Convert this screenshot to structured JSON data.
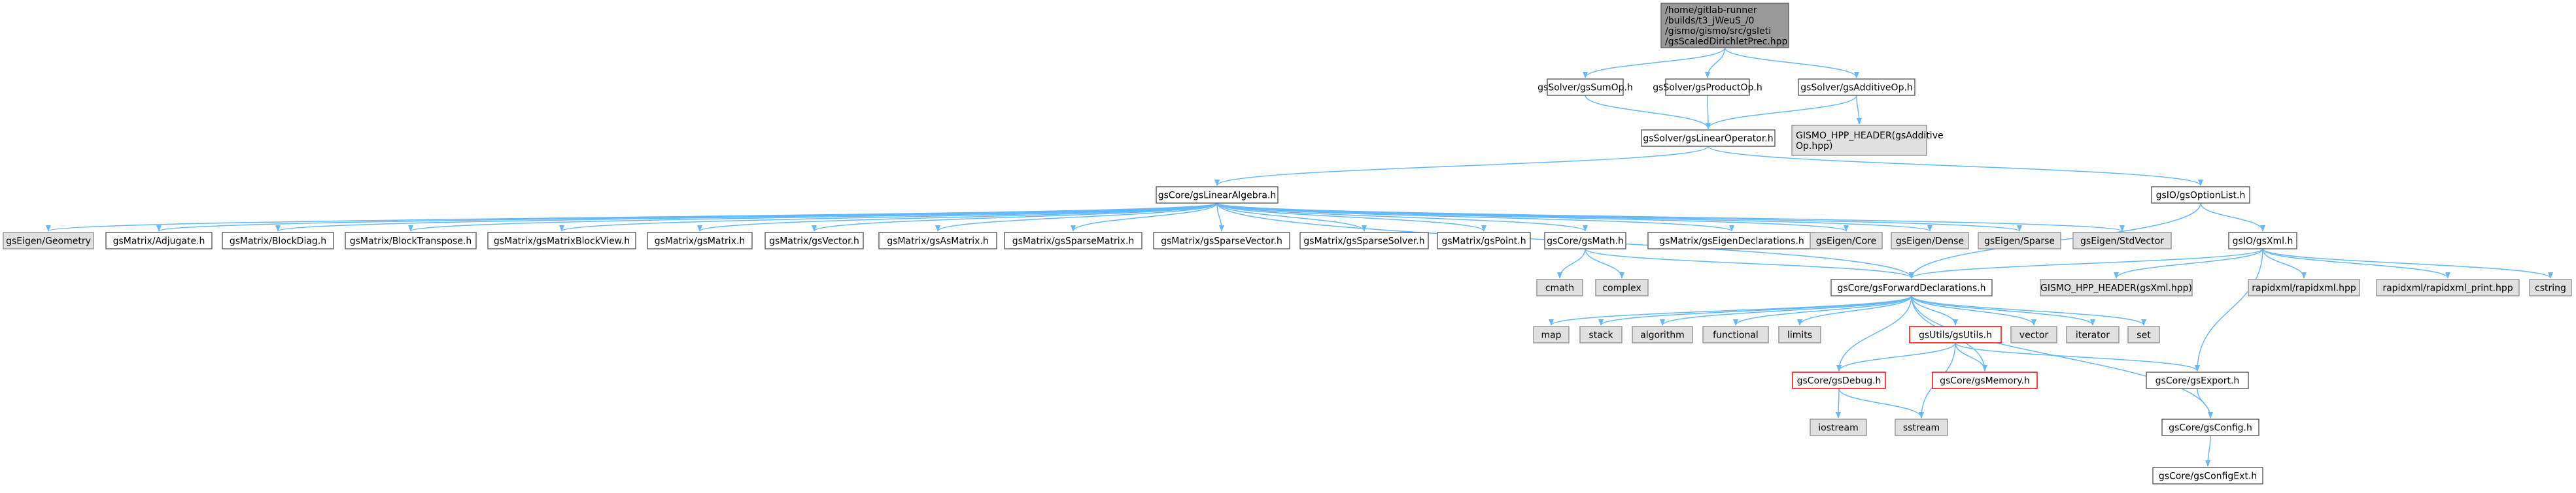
{
  "colors": {
    "edge": "#63b8ff",
    "node_border": "#666666",
    "root_fill": "#999999",
    "root_border": "#666666",
    "gray_fill": "#e0e0e0",
    "gray_border": "#999999",
    "red_border": "#ff0000",
    "white_fill": "#ffffff"
  },
  "nodes": [
    {
      "id": "root",
      "style": "root",
      "lines": [
        "/home/gitlab-runner",
        "/builds/t3_jWeuS_/0",
        "/gismo/gismo/src/gsIeti",
        "/gsScaledDirichletPrec.hpp"
      ]
    },
    {
      "id": "sumop",
      "style": "white",
      "lines": [
        "gsSolver/gsSumOp.h"
      ]
    },
    {
      "id": "productop",
      "style": "white",
      "lines": [
        "gsSolver/gsProductOp.h"
      ]
    },
    {
      "id": "additiveop",
      "style": "white",
      "lines": [
        "gsSolver/gsAdditiveOp.h"
      ]
    },
    {
      "id": "linop",
      "style": "white",
      "lines": [
        "gsSolver/gsLinearOperator.h"
      ]
    },
    {
      "id": "gismo_add",
      "style": "gray",
      "lines": [
        "GISMO_HPP_HEADER(gsAdditive",
        "Op.hpp)"
      ]
    },
    {
      "id": "linalg",
      "style": "white",
      "lines": [
        "gsCore/gsLinearAlgebra.h"
      ]
    },
    {
      "id": "optlist",
      "style": "white",
      "lines": [
        "gsIO/gsOptionList.h"
      ]
    },
    {
      "id": "geometry",
      "style": "gray",
      "lines": [
        "gsEigen/Geometry"
      ]
    },
    {
      "id": "adjugate",
      "style": "white",
      "lines": [
        "gsMatrix/Adjugate.h"
      ]
    },
    {
      "id": "blockdiag",
      "style": "white",
      "lines": [
        "gsMatrix/BlockDiag.h"
      ]
    },
    {
      "id": "blocktranspose",
      "style": "white",
      "lines": [
        "gsMatrix/BlockTranspose.h"
      ]
    },
    {
      "id": "blockview",
      "style": "white",
      "lines": [
        "gsMatrix/gsMatrixBlockView.h"
      ]
    },
    {
      "id": "gsmatrix",
      "style": "white",
      "lines": [
        "gsMatrix/gsMatrix.h"
      ]
    },
    {
      "id": "gsvector",
      "style": "white",
      "lines": [
        "gsMatrix/gsVector.h"
      ]
    },
    {
      "id": "asmatrix",
      "style": "white",
      "lines": [
        "gsMatrix/gsAsMatrix.h"
      ]
    },
    {
      "id": "sparsematrix",
      "style": "white",
      "lines": [
        "gsMatrix/gsSparseMatrix.h"
      ]
    },
    {
      "id": "sparsevector",
      "style": "white",
      "lines": [
        "gsMatrix/gsSparseVector.h"
      ]
    },
    {
      "id": "sparsesolver",
      "style": "white",
      "lines": [
        "gsMatrix/gsSparseSolver.h"
      ]
    },
    {
      "id": "gspoint",
      "style": "white",
      "lines": [
        "gsMatrix/gsPoint.h"
      ]
    },
    {
      "id": "gsmath",
      "style": "white",
      "lines": [
        "gsCore/gsMath.h"
      ]
    },
    {
      "id": "eigendecl",
      "style": "white",
      "lines": [
        "gsMatrix/gsEigenDeclarations.h"
      ]
    },
    {
      "id": "eigencore",
      "style": "gray",
      "lines": [
        "gsEigen/Core"
      ]
    },
    {
      "id": "eigendense",
      "style": "gray",
      "lines": [
        "gsEigen/Dense"
      ]
    },
    {
      "id": "eigensparse",
      "style": "gray",
      "lines": [
        "gsEigen/Sparse"
      ]
    },
    {
      "id": "eigenstdvector",
      "style": "gray",
      "lines": [
        "gsEigen/StdVector"
      ]
    },
    {
      "id": "gsxml",
      "style": "white",
      "lines": [
        "gsIO/gsXml.h"
      ]
    },
    {
      "id": "cmath",
      "style": "gray",
      "lines": [
        "cmath"
      ]
    },
    {
      "id": "complex",
      "style": "gray",
      "lines": [
        "complex"
      ]
    },
    {
      "id": "fwddecl",
      "style": "white",
      "lines": [
        "gsCore/gsForwardDeclarations.h"
      ]
    },
    {
      "id": "gismo_xml",
      "style": "gray",
      "lines": [
        "GISMO_HPP_HEADER(gsXml.hpp)"
      ]
    },
    {
      "id": "rapidxml",
      "style": "gray",
      "lines": [
        "rapidxml/rapidxml.hpp"
      ]
    },
    {
      "id": "rapidxml_print",
      "style": "gray",
      "lines": [
        "rapidxml/rapidxml_print.hpp"
      ]
    },
    {
      "id": "cstring",
      "style": "gray",
      "lines": [
        "cstring"
      ]
    },
    {
      "id": "map",
      "style": "gray",
      "lines": [
        "map"
      ]
    },
    {
      "id": "stack",
      "style": "gray",
      "lines": [
        "stack"
      ]
    },
    {
      "id": "algorithm",
      "style": "gray",
      "lines": [
        "algorithm"
      ]
    },
    {
      "id": "functional",
      "style": "gray",
      "lines": [
        "functional"
      ]
    },
    {
      "id": "limits",
      "style": "gray",
      "lines": [
        "limits"
      ]
    },
    {
      "id": "gsutils",
      "style": "red",
      "lines": [
        "gsUtils/gsUtils.h"
      ]
    },
    {
      "id": "vector",
      "style": "gray",
      "lines": [
        "vector"
      ]
    },
    {
      "id": "iterator",
      "style": "gray",
      "lines": [
        "iterator"
      ]
    },
    {
      "id": "set",
      "style": "gray",
      "lines": [
        "set"
      ]
    },
    {
      "id": "gsdebug",
      "style": "red",
      "lines": [
        "gsCore/gsDebug.h"
      ]
    },
    {
      "id": "gsmemory",
      "style": "red",
      "lines": [
        "gsCore/gsMemory.h"
      ]
    },
    {
      "id": "gsexport",
      "style": "white",
      "lines": [
        "gsCore/gsExport.h"
      ]
    },
    {
      "id": "iostream",
      "style": "gray",
      "lines": [
        "iostream"
      ]
    },
    {
      "id": "sstream",
      "style": "gray",
      "lines": [
        "sstream"
      ]
    },
    {
      "id": "gsconfig",
      "style": "white",
      "lines": [
        "gsCore/gsConfig.h"
      ]
    },
    {
      "id": "gsconfigext",
      "style": "white",
      "lines": [
        "gsCore/gsConfigExt.h"
      ]
    }
  ],
  "edges": [
    [
      "root",
      "sumop"
    ],
    [
      "root",
      "productop"
    ],
    [
      "root",
      "additiveop"
    ],
    [
      "sumop",
      "linop"
    ],
    [
      "productop",
      "linop"
    ],
    [
      "additiveop",
      "linop"
    ],
    [
      "additiveop",
      "gismo_add"
    ],
    [
      "linop",
      "linalg"
    ],
    [
      "linop",
      "optlist"
    ],
    [
      "linalg",
      "geometry"
    ],
    [
      "linalg",
      "adjugate"
    ],
    [
      "linalg",
      "blockdiag"
    ],
    [
      "linalg",
      "blocktranspose"
    ],
    [
      "linalg",
      "blockview"
    ],
    [
      "linalg",
      "gsmatrix"
    ],
    [
      "linalg",
      "gsvector"
    ],
    [
      "linalg",
      "asmatrix"
    ],
    [
      "linalg",
      "sparsematrix"
    ],
    [
      "linalg",
      "sparsevector"
    ],
    [
      "linalg",
      "sparsesolver"
    ],
    [
      "linalg",
      "gspoint"
    ],
    [
      "linalg",
      "gsmath"
    ],
    [
      "linalg",
      "eigendecl"
    ],
    [
      "linalg",
      "eigencore"
    ],
    [
      "linalg",
      "eigendense"
    ],
    [
      "linalg",
      "eigensparse"
    ],
    [
      "linalg",
      "eigenstdvector"
    ],
    [
      "linalg",
      "fwddecl"
    ],
    [
      "optlist",
      "gsxml"
    ],
    [
      "optlist",
      "fwddecl"
    ],
    [
      "gsmath",
      "cmath"
    ],
    [
      "gsmath",
      "complex"
    ],
    [
      "gsmath",
      "fwddecl"
    ],
    [
      "gsxml",
      "fwddecl"
    ],
    [
      "gsxml",
      "gismo_xml"
    ],
    [
      "gsxml",
      "rapidxml"
    ],
    [
      "gsxml",
      "rapidxml_print"
    ],
    [
      "gsxml",
      "cstring"
    ],
    [
      "gsxml",
      "gsexport"
    ],
    [
      "fwddecl",
      "map"
    ],
    [
      "fwddecl",
      "stack"
    ],
    [
      "fwddecl",
      "algorithm"
    ],
    [
      "fwddecl",
      "functional"
    ],
    [
      "fwddecl",
      "limits"
    ],
    [
      "fwddecl",
      "gsutils"
    ],
    [
      "fwddecl",
      "vector"
    ],
    [
      "fwddecl",
      "iterator"
    ],
    [
      "fwddecl",
      "set"
    ],
    [
      "fwddecl",
      "gsdebug"
    ],
    [
      "fwddecl",
      "gsmemory"
    ],
    [
      "fwddecl",
      "gsconfig"
    ],
    [
      "gsutils",
      "gsdebug"
    ],
    [
      "gsutils",
      "gsmemory"
    ],
    [
      "gsutils",
      "gsexport"
    ],
    [
      "gsutils",
      "sstream"
    ],
    [
      "gsdebug",
      "iostream"
    ],
    [
      "gsdebug",
      "sstream"
    ],
    [
      "gsexport",
      "gsconfig"
    ],
    [
      "gsconfig",
      "gsconfigext"
    ]
  ]
}
